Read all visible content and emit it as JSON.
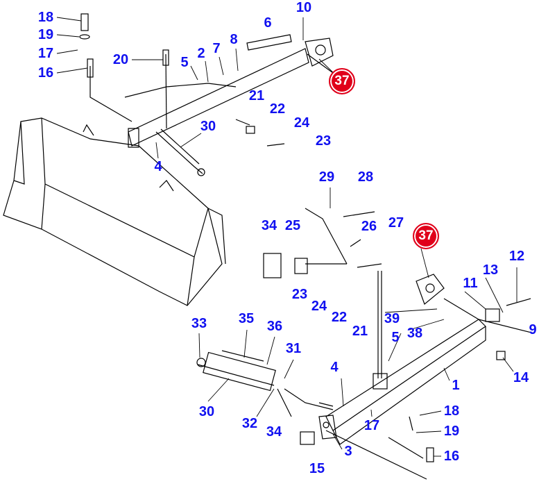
{
  "diagram": {
    "type": "exploded parts diagram",
    "callouts": [
      "18",
      "19",
      "17",
      "16",
      "20",
      "5",
      "2",
      "7",
      "8",
      "6",
      "10",
      "21",
      "22",
      "24",
      "23",
      "30",
      "4",
      "29",
      "28",
      "34",
      "25",
      "26",
      "27",
      "12",
      "13",
      "11",
      "9",
      "14",
      "1",
      "33",
      "35",
      "36",
      "23",
      "24",
      "22",
      "21",
      "39",
      "5",
      "38",
      "31",
      "4",
      "30",
      "32",
      "34",
      "17",
      "18",
      "19",
      "16",
      "3",
      "15"
    ],
    "reference_callouts": [
      "37",
      "37"
    ],
    "colors": {
      "callout": "#1010f0",
      "reference": "#e0001a",
      "lines": "#000000"
    }
  }
}
